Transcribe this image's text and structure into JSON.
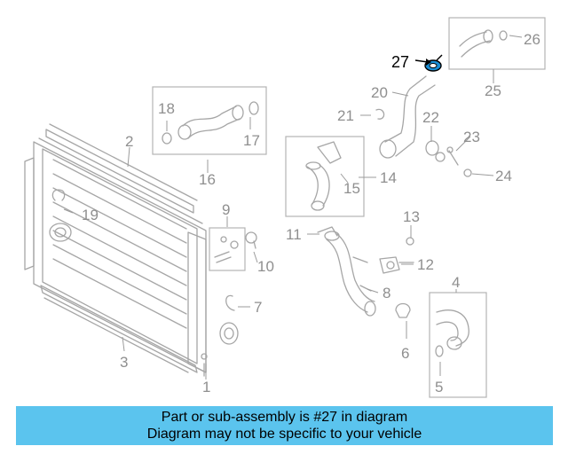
{
  "diagram": {
    "callouts": [
      {
        "id": "1",
        "text": "1"
      },
      {
        "id": "2",
        "text": "2"
      },
      {
        "id": "3",
        "text": "3"
      },
      {
        "id": "4",
        "text": "4"
      },
      {
        "id": "5",
        "text": "5"
      },
      {
        "id": "6",
        "text": "6"
      },
      {
        "id": "7",
        "text": "7"
      },
      {
        "id": "8",
        "text": "8"
      },
      {
        "id": "9",
        "text": "9"
      },
      {
        "id": "10",
        "text": "10"
      },
      {
        "id": "11",
        "text": "11"
      },
      {
        "id": "12",
        "text": "12"
      },
      {
        "id": "13",
        "text": "13"
      },
      {
        "id": "14",
        "text": "14"
      },
      {
        "id": "15",
        "text": "15"
      },
      {
        "id": "16",
        "text": "16"
      },
      {
        "id": "17",
        "text": "17"
      },
      {
        "id": "18",
        "text": "18"
      },
      {
        "id": "19",
        "text": "19"
      },
      {
        "id": "20",
        "text": "20"
      },
      {
        "id": "21",
        "text": "21"
      },
      {
        "id": "22",
        "text": "22"
      },
      {
        "id": "23",
        "text": "23"
      },
      {
        "id": "24",
        "text": "24"
      },
      {
        "id": "25",
        "text": "25"
      },
      {
        "id": "26",
        "text": "26"
      },
      {
        "id": "27",
        "text": "27"
      }
    ],
    "highlighted_part": "27",
    "highlight_color": "#1a8fd6",
    "part_line_color": "#a6a6a6"
  },
  "banner": {
    "line1": "Part or sub-assembly is #27 in diagram",
    "line2": "Diagram may not be specific to your vehicle",
    "background": "#5bc4ee"
  }
}
